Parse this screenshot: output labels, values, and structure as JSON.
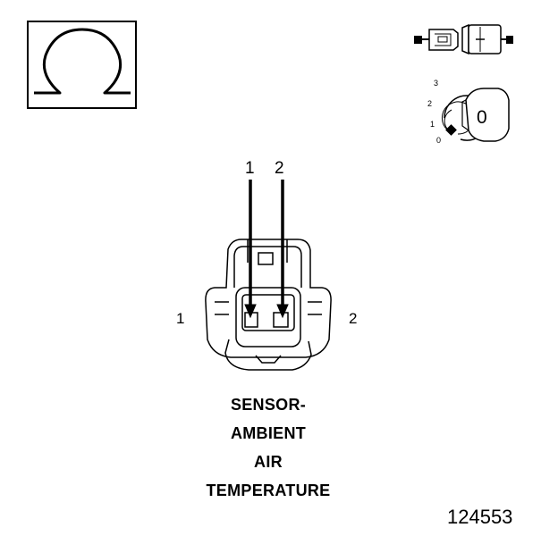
{
  "symbols": {
    "meter_symbol": "Ω",
    "connector_icon": "disconnected-connector-icon",
    "ignition_switch": {
      "positions": [
        "3",
        "2",
        "1",
        "0"
      ],
      "selected_position": "0",
      "key_label": "0"
    }
  },
  "connector": {
    "pin_callouts": [
      "1",
      "2"
    ],
    "side_labels": {
      "left": "1",
      "right": "2"
    }
  },
  "caption": {
    "line1": "SENSOR-",
    "line2": "AMBIENT",
    "line3": "AIR",
    "line4": "TEMPERATURE"
  },
  "figure_number": "124553"
}
